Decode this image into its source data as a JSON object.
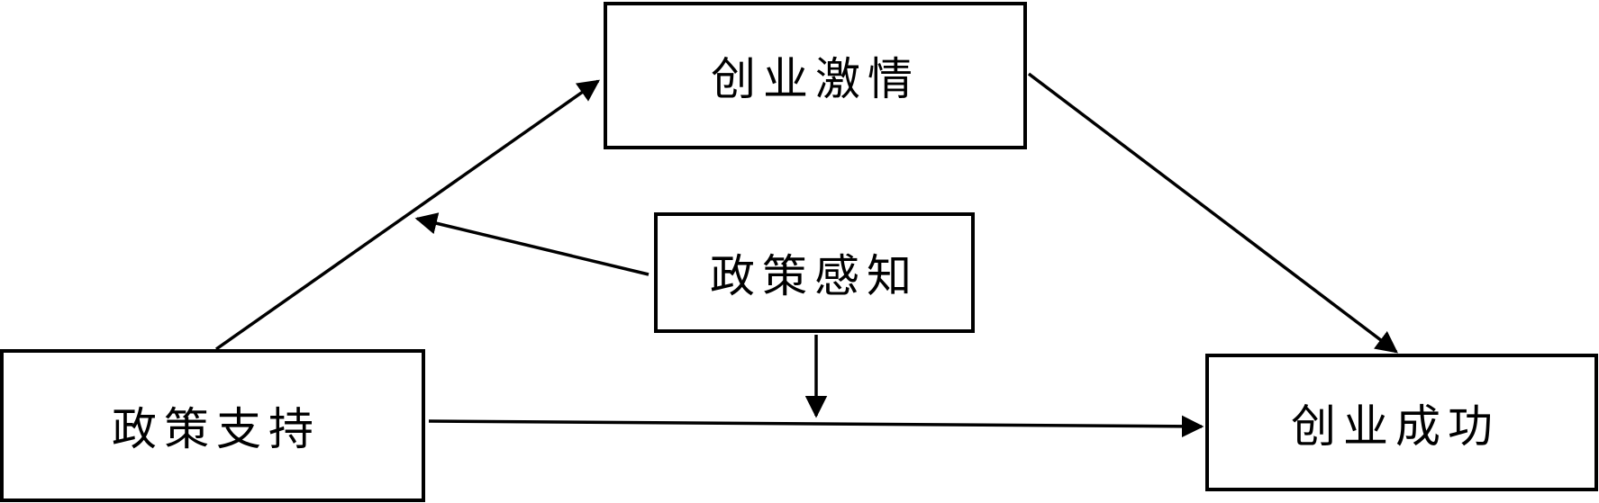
{
  "diagram": {
    "nodes": {
      "passion": {
        "label": "创业激情"
      },
      "perception": {
        "label": "政策感知"
      },
      "support": {
        "label": "政策支持"
      },
      "success": {
        "label": "创业成功"
      }
    },
    "edges": [
      {
        "from": "support",
        "to": "passion"
      },
      {
        "from": "passion",
        "to": "success"
      },
      {
        "from": "support",
        "to": "success"
      },
      {
        "from": "perception",
        "to": "support-passion path"
      },
      {
        "from": "perception",
        "to": "support-success path"
      }
    ],
    "colors": {
      "stroke": "#000000",
      "background": "#ffffff"
    }
  }
}
